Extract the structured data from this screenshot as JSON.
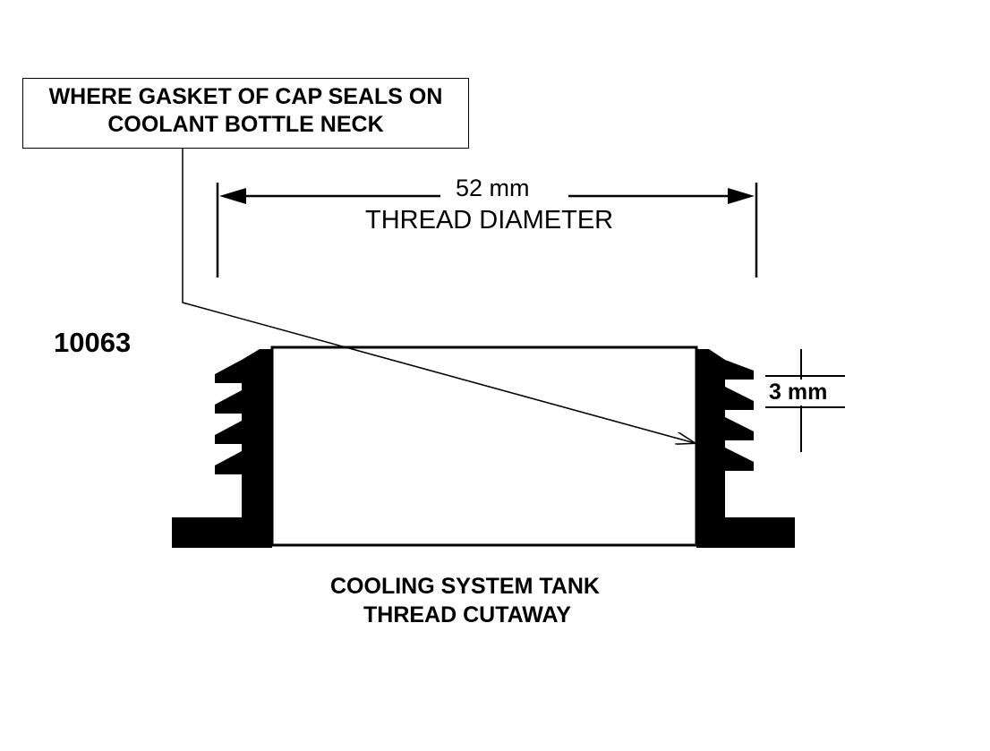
{
  "callout": {
    "line1": "WHERE GASKET OF CAP SEALS ON",
    "line2": "COOLANT BOTTLE NECK"
  },
  "dimension_diameter": {
    "value": "52 mm",
    "label": "THREAD DIAMETER"
  },
  "dimension_pitch": {
    "value": "3 mm"
  },
  "part_number": "10063",
  "caption": {
    "line1": "COOLING SYSTEM TANK",
    "line2": "THREAD CUTAWAY"
  },
  "colors": {
    "ink": "#000000",
    "paper": "#ffffff"
  }
}
